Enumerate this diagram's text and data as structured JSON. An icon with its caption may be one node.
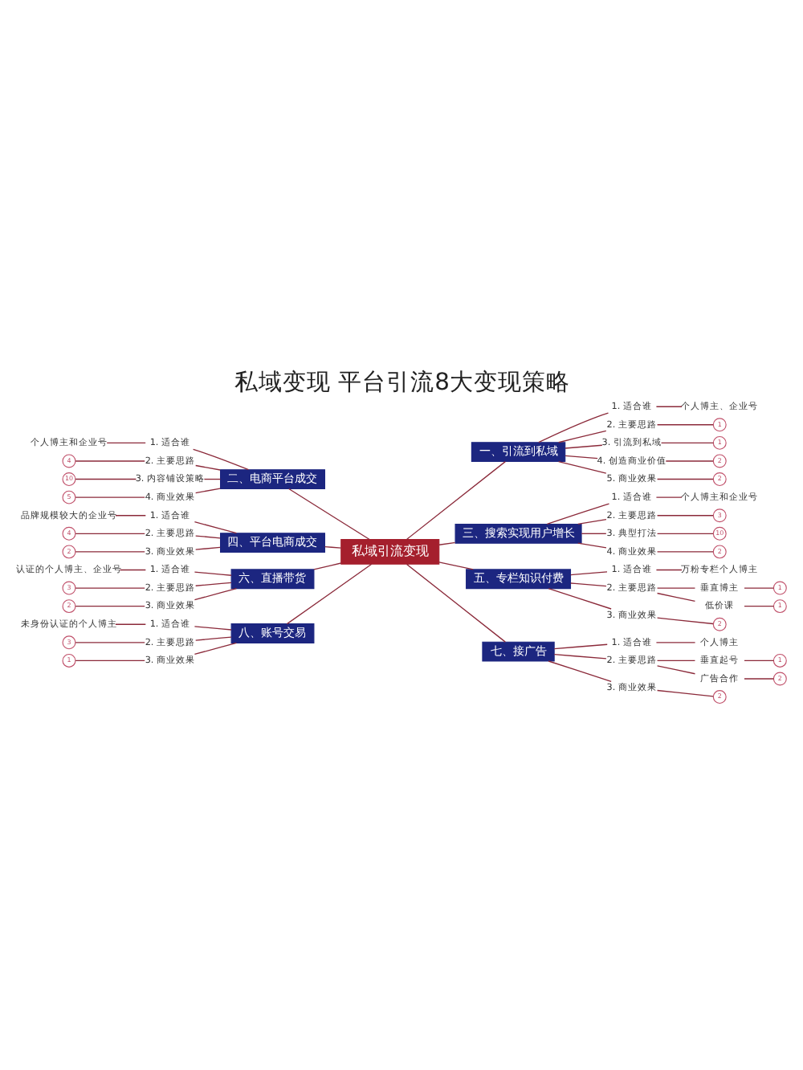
{
  "diagram": {
    "title": "私域变现 平台引流8大变现策略",
    "nodes": [
      {
        "text": [
          "私域引流变现"
        ]
      },
      {
        "text": [
          "一、引流到私域"
        ]
      },
      {
        "text": [
          "1. 适合谁"
        ]
      },
      {
        "text": [
          "个人博主、企业号"
        ]
      },
      {
        "text": [
          "2. 主要思路"
        ]
      },
      {
        "text": [
          "1"
        ]
      },
      {
        "text": [
          "3. 引流到私域"
        ]
      },
      {
        "text": [
          "1"
        ]
      },
      {
        "text": [
          "4. 创造商业价值"
        ]
      },
      {
        "text": [
          "2"
        ]
      },
      {
        "text": [
          "5. 商业效果"
        ]
      },
      {
        "text": [
          "2"
        ]
      },
      {
        "text": [
          "二、电商平台成交"
        ]
      },
      {
        "text": [
          "1. 适合谁"
        ]
      },
      {
        "text": [
          "个人博主和企业号"
        ]
      },
      {
        "text": [
          "2. 主要思路"
        ]
      },
      {
        "text": [
          "4"
        ]
      },
      {
        "text": [
          "3. 内容铺设策略"
        ]
      },
      {
        "text": [
          "10"
        ]
      },
      {
        "text": [
          "4. 商业效果"
        ]
      },
      {
        "text": [
          "5"
        ]
      },
      {
        "text": [
          "三、搜索实现用户增长"
        ]
      },
      {
        "text": [
          "1. 适合谁"
        ]
      },
      {
        "text": [
          "个人博主和企业号"
        ]
      },
      {
        "text": [
          "2. 主要思路"
        ]
      },
      {
        "text": [
          "3"
        ]
      },
      {
        "text": [
          "3. 典型打法"
        ]
      },
      {
        "text": [
          "10"
        ]
      },
      {
        "text": [
          "4. 商业效果"
        ]
      },
      {
        "text": [
          "2"
        ]
      },
      {
        "text": [
          "四、平台电商成交"
        ]
      },
      {
        "text": [
          "1. 适合谁"
        ]
      },
      {
        "text": [
          "品牌规模较大的企业号"
        ]
      },
      {
        "text": [
          "2. 主要思路"
        ]
      },
      {
        "text": [
          "4"
        ]
      },
      {
        "text": [
          "3. 商业效果"
        ]
      },
      {
        "text": [
          "2"
        ]
      },
      {
        "text": [
          "五、专栏知识付费"
        ]
      },
      {
        "text": [
          "1. 适合谁"
        ]
      },
      {
        "text": [
          "万粉专栏个人博主"
        ]
      },
      {
        "text": [
          "2. 主要思路"
        ]
      },
      {
        "text": [
          "垂直博主"
        ]
      },
      {
        "text": [
          "1"
        ]
      },
      {
        "text": [
          "低价课"
        ]
      },
      {
        "text": [
          "1"
        ]
      },
      {
        "text": [
          "3. 商业效果"
        ]
      },
      {
        "text": [
          "2"
        ]
      },
      {
        "text": [
          "六、直播带货"
        ]
      },
      {
        "text": [
          "1. 适合谁"
        ]
      },
      {
        "text": [
          "认证的个人博主、企业号"
        ]
      },
      {
        "text": [
          "2. 主要思路"
        ]
      },
      {
        "text": [
          "3"
        ]
      },
      {
        "text": [
          "3. 商业效果"
        ]
      },
      {
        "text": [
          "2"
        ]
      },
      {
        "text": [
          "七、接广告"
        ]
      },
      {
        "text": [
          "1. 适合谁"
        ]
      },
      {
        "text": [
          "个人博主"
        ]
      },
      {
        "text": [
          "2. 主要思路"
        ]
      },
      {
        "text": [
          "垂直起号"
        ]
      },
      {
        "text": [
          "1"
        ]
      },
      {
        "text": [
          "广告合作"
        ]
      },
      {
        "text": [
          "2"
        ]
      },
      {
        "text": [
          "3. 商业效果"
        ]
      },
      {
        "text": [
          "2"
        ]
      },
      {
        "text": [
          "八、账号交易"
        ]
      },
      {
        "text": [
          "1. 适合谁"
        ]
      },
      {
        "text": [
          "未身份认证的个人博主"
        ]
      },
      {
        "text": [
          "2. 主要思路"
        ]
      },
      {
        "text": [
          "3"
        ]
      },
      {
        "text": [
          "3. 商业效果"
        ]
      },
      {
        "text": [
          "1"
        ]
      }
    ],
    "edges": [
      {
        "from": 0,
        "to": 1,
        "arrow": "none"
      },
      {
        "from": 1,
        "to": 2,
        "arrow": "none"
      },
      {
        "from": 2,
        "to": 3,
        "arrow": "none"
      },
      {
        "from": 1,
        "to": 4,
        "arrow": "none"
      },
      {
        "from": 4,
        "to": 5,
        "arrow": "none"
      },
      {
        "from": 1,
        "to": 6,
        "arrow": "none"
      },
      {
        "from": 6,
        "to": 7,
        "arrow": "none"
      },
      {
        "from": 1,
        "to": 8,
        "arrow": "none"
      },
      {
        "from": 8,
        "to": 9,
        "arrow": "none"
      },
      {
        "from": 1,
        "to": 10,
        "arrow": "none"
      },
      {
        "from": 10,
        "to": 11,
        "arrow": "none"
      },
      {
        "from": 0,
        "to": 12,
        "arrow": "none"
      },
      {
        "from": 12,
        "to": 13,
        "arrow": "none"
      },
      {
        "from": 13,
        "to": 14,
        "arrow": "none"
      },
      {
        "from": 12,
        "to": 15,
        "arrow": "none"
      },
      {
        "from": 15,
        "to": 16,
        "arrow": "none"
      },
      {
        "from": 12,
        "to": 17,
        "arrow": "none"
      },
      {
        "from": 17,
        "to": 18,
        "arrow": "none"
      },
      {
        "from": 12,
        "to": 19,
        "arrow": "none"
      },
      {
        "from": 19,
        "to": 20,
        "arrow": "none"
      },
      {
        "from": 0,
        "to": 21,
        "arrow": "none"
      },
      {
        "from": 21,
        "to": 22,
        "arrow": "none"
      },
      {
        "from": 22,
        "to": 23,
        "arrow": "none"
      },
      {
        "from": 21,
        "to": 24,
        "arrow": "none"
      },
      {
        "from": 24,
        "to": 25,
        "arrow": "none"
      },
      {
        "from": 21,
        "to": 26,
        "arrow": "none"
      },
      {
        "from": 26,
        "to": 27,
        "arrow": "none"
      },
      {
        "from": 21,
        "to": 28,
        "arrow": "none"
      },
      {
        "from": 28,
        "to": 29,
        "arrow": "none"
      },
      {
        "from": 0,
        "to": 30,
        "arrow": "none"
      },
      {
        "from": 30,
        "to": 31,
        "arrow": "none"
      },
      {
        "from": 31,
        "to": 32,
        "arrow": "none"
      },
      {
        "from": 30,
        "to": 33,
        "arrow": "none"
      },
      {
        "from": 33,
        "to": 34,
        "arrow": "none"
      },
      {
        "from": 30,
        "to": 35,
        "arrow": "none"
      },
      {
        "from": 35,
        "to": 36,
        "arrow": "none"
      },
      {
        "from": 0,
        "to": 37,
        "arrow": "none"
      },
      {
        "from": 37,
        "to": 38,
        "arrow": "none"
      },
      {
        "from": 38,
        "to": 39,
        "arrow": "none"
      },
      {
        "from": 37,
        "to": 40,
        "arrow": "none"
      },
      {
        "from": 40,
        "to": 41,
        "arrow": "none"
      },
      {
        "from": 41,
        "to": 42,
        "arrow": "none"
      },
      {
        "from": 40,
        "to": 43,
        "arrow": "none"
      },
      {
        "from": 43,
        "to": 44,
        "arrow": "none"
      },
      {
        "from": 37,
        "to": 45,
        "arrow": "none"
      },
      {
        "from": 45,
        "to": 46,
        "arrow": "none"
      },
      {
        "from": 0,
        "to": 47,
        "arrow": "none"
      },
      {
        "from": 47,
        "to": 48,
        "arrow": "none"
      },
      {
        "from": 48,
        "to": 49,
        "arrow": "none"
      },
      {
        "from": 47,
        "to": 50,
        "arrow": "none"
      },
      {
        "from": 50,
        "to": 51,
        "arrow": "none"
      },
      {
        "from": 47,
        "to": 52,
        "arrow": "none"
      },
      {
        "from": 52,
        "to": 53,
        "arrow": "none"
      },
      {
        "from": 0,
        "to": 54,
        "arrow": "none"
      },
      {
        "from": 54,
        "to": 55,
        "arrow": "none"
      },
      {
        "from": 55,
        "to": 56,
        "arrow": "none"
      },
      {
        "from": 54,
        "to": 57,
        "arrow": "none"
      },
      {
        "from": 57,
        "to": 58,
        "arrow": "none"
      },
      {
        "from": 58,
        "to": 59,
        "arrow": "none"
      },
      {
        "from": 57,
        "to": 60,
        "arrow": "none"
      },
      {
        "from": 60,
        "to": 61,
        "arrow": "none"
      },
      {
        "from": 54,
        "to": 62,
        "arrow": "none"
      },
      {
        "from": 62,
        "to": 63,
        "arrow": "none"
      },
      {
        "from": 0,
        "to": 64,
        "arrow": "none"
      },
      {
        "from": 64,
        "to": 65,
        "arrow": "none"
      },
      {
        "from": 65,
        "to": 66,
        "arrow": "none"
      },
      {
        "from": 64,
        "to": 67,
        "arrow": "none"
      },
      {
        "from": 67,
        "to": 68,
        "arrow": "none"
      },
      {
        "from": 64,
        "to": 69,
        "arrow": "none"
      },
      {
        "from": 69,
        "to": 70,
        "arrow": "none"
      }
    ]
  }
}
